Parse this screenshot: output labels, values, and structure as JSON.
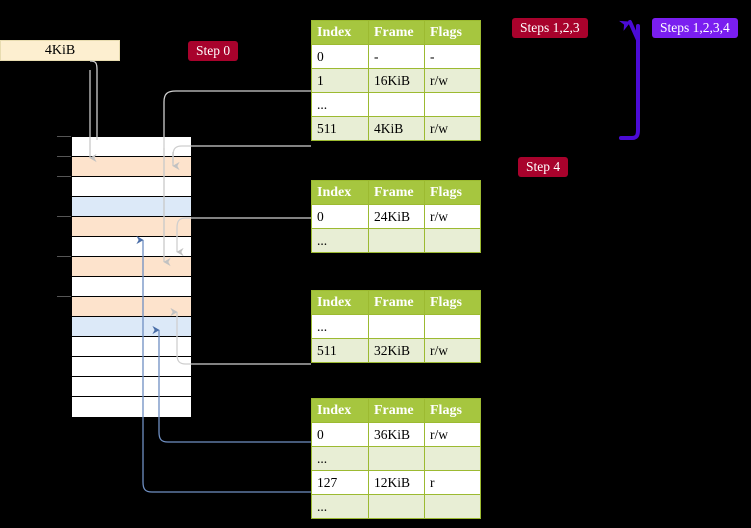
{
  "diagram": {
    "title_labels": {
      "size_box": "4KiB",
      "step0": "Step 0",
      "steps123": "Steps 1,2,3",
      "steps1234": "Steps 1,2,3,4",
      "step4": "Step 4"
    },
    "colors": {
      "background": "#000000",
      "table_header": "#a6c63f",
      "table_row_alt": "#e8eed5",
      "table_row_plain": "#ffffff",
      "highlight_yellow": "#fdfda0",
      "memory_orange": "#fde3cc",
      "memory_blue": "#dce9f8",
      "size_box": "#fdefd0",
      "badge_red": "#a8022c",
      "badge_purple": "#7a1ef0",
      "arrow_gray": "#b9b9b9",
      "arrow_blue": "#6c8cc0",
      "connector_gray": "#cccccc"
    },
    "columns": [
      "Index",
      "Frame",
      "Flags"
    ],
    "tables": [
      {
        "name": "level-4-table",
        "rows": [
          {
            "index": "0",
            "frame": "-",
            "flags": "-",
            "style": "plain",
            "highlight": false
          },
          {
            "index": "1",
            "frame": "16KiB",
            "flags": "r/w",
            "style": "alt",
            "highlight": false
          },
          {
            "index": "...",
            "frame": "",
            "flags": "",
            "style": "plain",
            "highlight": false
          },
          {
            "index": "511",
            "frame": "4KiB",
            "flags": "r/w",
            "style": "alt",
            "highlight": true
          }
        ]
      },
      {
        "name": "level-3-table",
        "rows": [
          {
            "index": "0",
            "frame": "24KiB",
            "flags": "r/w",
            "style": "plain",
            "highlight": false
          },
          {
            "index": "...",
            "frame": "",
            "flags": "",
            "style": "alt",
            "highlight": false
          }
        ]
      },
      {
        "name": "level-2-table",
        "rows": [
          {
            "index": "...",
            "frame": "",
            "flags": "",
            "style": "plain",
            "highlight": false
          },
          {
            "index": "511",
            "frame": "32KiB",
            "flags": "r/w",
            "style": "alt",
            "highlight": false
          }
        ]
      },
      {
        "name": "level-1-table",
        "rows": [
          {
            "index": "0",
            "frame": "36KiB",
            "flags": "r/w",
            "style": "plain",
            "highlight": false
          },
          {
            "index": "...",
            "frame": "",
            "flags": "",
            "style": "alt",
            "highlight": false
          },
          {
            "index": "127",
            "frame": "12KiB",
            "flags": "r",
            "style": "plain",
            "highlight": false
          },
          {
            "index": "...",
            "frame": "",
            "flags": "",
            "style": "alt",
            "highlight": false
          }
        ]
      }
    ],
    "memory": {
      "name": "physical-memory-column",
      "row_count": 14,
      "rows": [
        {
          "fill": "white",
          "tick": true
        },
        {
          "fill": "orange",
          "tick": true
        },
        {
          "fill": "white",
          "tick": true
        },
        {
          "fill": "blue",
          "tick": false
        },
        {
          "fill": "orange",
          "tick": true
        },
        {
          "fill": "white",
          "tick": false
        },
        {
          "fill": "orange",
          "tick": true
        },
        {
          "fill": "white",
          "tick": false
        },
        {
          "fill": "orange",
          "tick": true
        },
        {
          "fill": "blue",
          "tick": false
        },
        {
          "fill": "white",
          "tick": false
        },
        {
          "fill": "white",
          "tick": false
        },
        {
          "fill": "white",
          "tick": false
        },
        {
          "fill": "white",
          "tick": false
        }
      ]
    }
  }
}
